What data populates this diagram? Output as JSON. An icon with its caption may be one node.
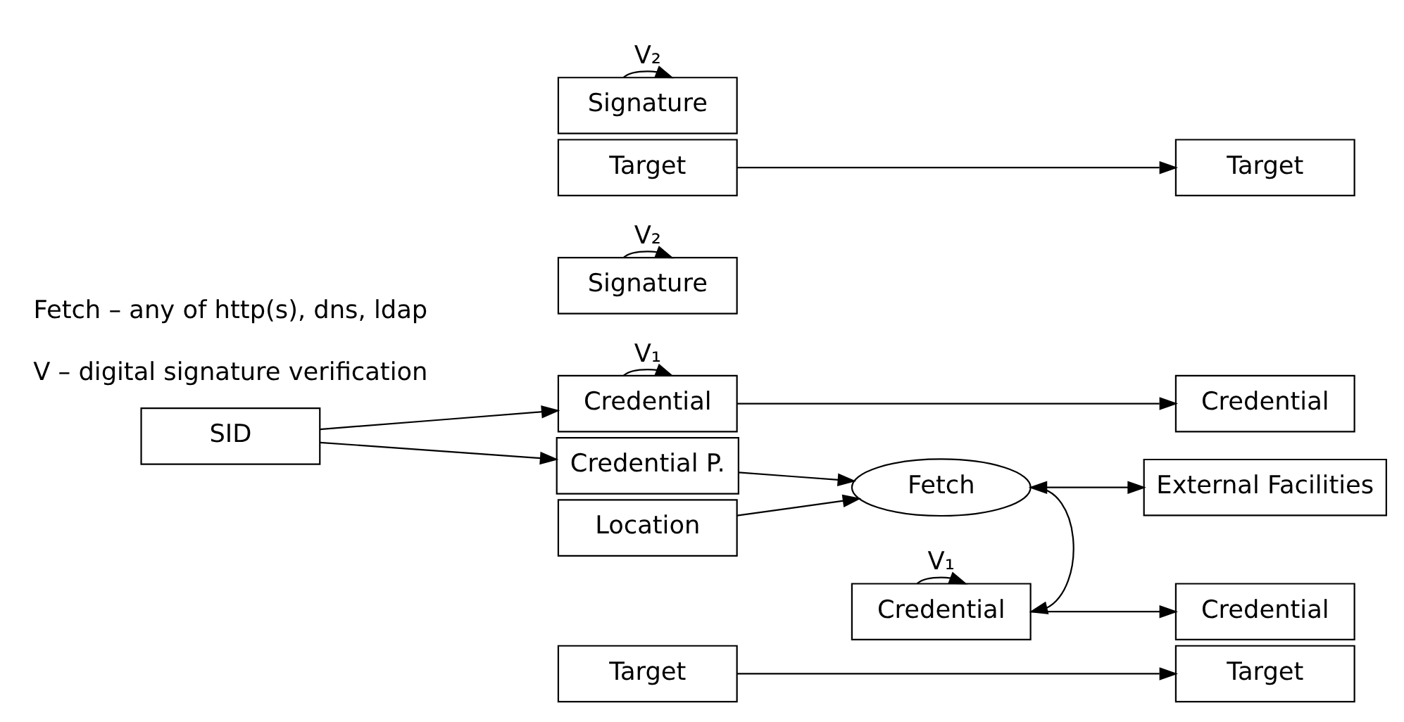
{
  "diagram": {
    "nodes": [
      {
        "text": [
          "SID"
        ]
      },
      {
        "text": [
          "Credential P."
        ]
      },
      {
        "text": [
          "Location"
        ]
      },
      {
        "text": [
          "Target"
        ]
      },
      {
        "text": [
          "Signature"
        ]
      },
      {
        "text": [
          "Fetch"
        ]
      },
      {
        "text": [
          "External Facilities"
        ]
      },
      {
        "text": [
          "Credential"
        ]
      },
      {
        "text": [
          "Credential"
        ]
      },
      {
        "text": [
          "Target"
        ]
      },
      {
        "text": [
          "Credential"
        ]
      },
      {
        "text": [
          "Target"
        ]
      },
      {
        "text": [
          "Signature"
        ]
      },
      {
        "text": [
          "Credential"
        ]
      },
      {
        "text": [
          "Target"
        ]
      }
    ],
    "edges": [
      {
        "from": 0,
        "to": 1,
        "arrow": "to"
      },
      {
        "from": 0,
        "to": 10,
        "arrow": "to"
      },
      {
        "from": 1,
        "to": 5,
        "arrow": "to"
      },
      {
        "from": 2,
        "to": 5,
        "arrow": "to"
      },
      {
        "from": 5,
        "to": 6,
        "arrow": "both"
      },
      {
        "from": 5,
        "to": 7,
        "arrow": "to"
      },
      {
        "from": 7,
        "to": 7,
        "arrow": "to",
        "label": "V₁"
      },
      {
        "from": 7,
        "to": 8,
        "arrow": "to"
      },
      {
        "from": 3,
        "to": 9,
        "arrow": "to"
      },
      {
        "from": 4,
        "to": 4,
        "arrow": "to",
        "label": "V₂"
      },
      {
        "from": 10,
        "to": 10,
        "arrow": "to",
        "label": "V₁"
      },
      {
        "from": 10,
        "to": 13,
        "arrow": "to"
      },
      {
        "from": 11,
        "to": 14,
        "arrow": "to"
      },
      {
        "from": 12,
        "to": 12,
        "arrow": "to",
        "label": "V₂"
      }
    ],
    "labels": [
      "V – digital signature verification",
      "Fetch – any of http(s), dns, ldap"
    ]
  }
}
